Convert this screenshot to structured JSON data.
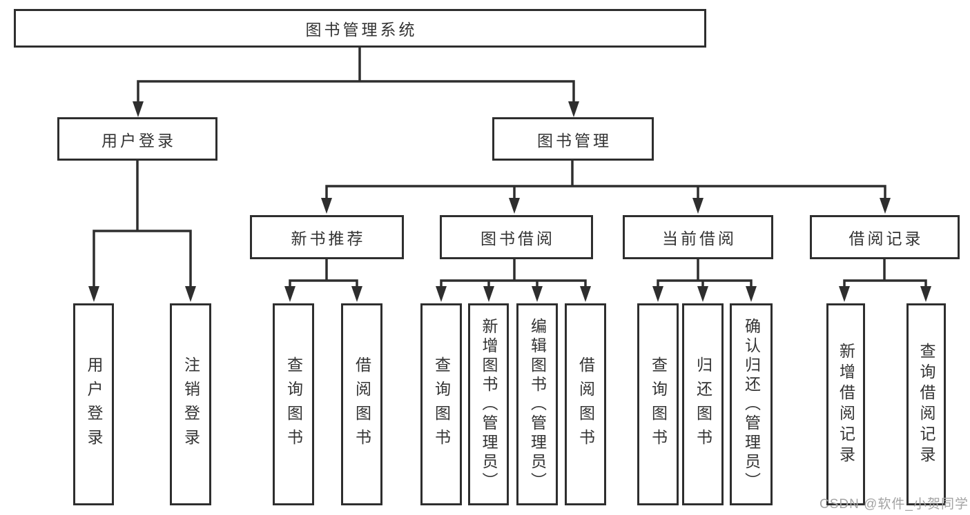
{
  "tree": {
    "label": "图书管理系统",
    "children": [
      {
        "label": "用户登录",
        "children": [
          {
            "label": "用户登录"
          },
          {
            "label": "注销登录"
          }
        ]
      },
      {
        "label": "图书管理",
        "children": [
          {
            "label": "新书推荐",
            "children": [
              {
                "label": "查询图书"
              },
              {
                "label": "借阅图书"
              }
            ]
          },
          {
            "label": "图书借阅",
            "children": [
              {
                "label": "查询图书"
              },
              {
                "label": "新增图书（管理员）"
              },
              {
                "label": "编辑图书（管理员）"
              },
              {
                "label": "借阅图书"
              }
            ]
          },
          {
            "label": "当前借阅",
            "children": [
              {
                "label": "查询图书"
              },
              {
                "label": "归还图书"
              },
              {
                "label": "确认归还（管理员）"
              }
            ]
          },
          {
            "label": "借阅记录",
            "children": [
              {
                "label": "新增借阅记录"
              },
              {
                "label": "查询借阅记录"
              }
            ]
          }
        ]
      }
    ]
  },
  "watermark": {
    "text": "CSDN @软件_小贺同学"
  },
  "colors": {
    "line": "#2e2e2e",
    "box_border": "#2e2e2e",
    "text": "#333333",
    "background": "#ffffff",
    "watermark": "#a3a3a3"
  }
}
